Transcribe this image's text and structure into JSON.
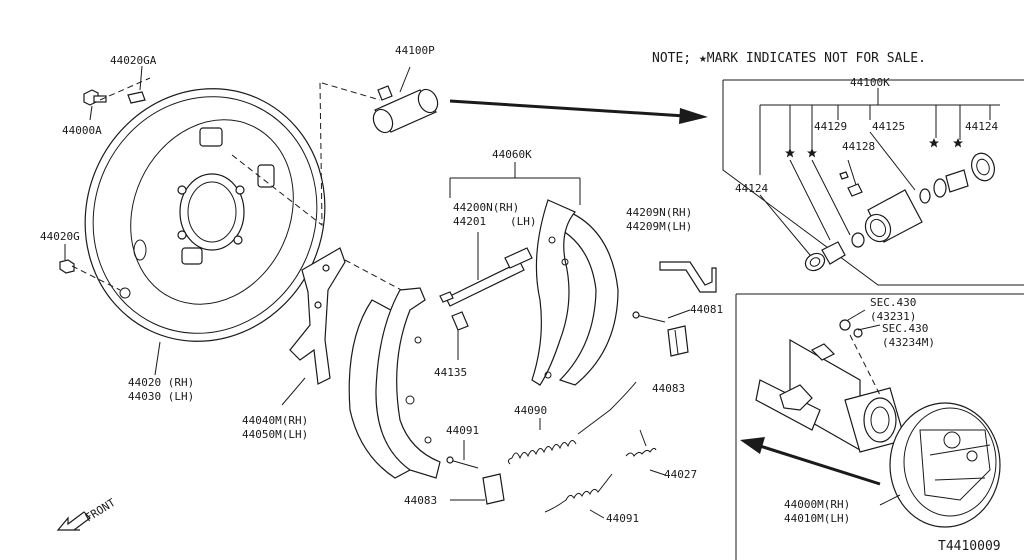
{
  "note": "NOTE; ★MARK INDICATES NOT FOR SALE.",
  "drawing_code": "T4410009",
  "front_label": "FRONT",
  "labels": {
    "p44020GA": "44020GA",
    "p44000A": "44000A",
    "p44020G": "44020G",
    "p44020": "44020 (RH)",
    "p44030": "44030 (LH)",
    "p44100P": "44100P",
    "p44060K": "44060K",
    "p44200N": "44200N(RH)",
    "p44201": "44201",
    "p44201lh": "(LH)",
    "p44209N": "44209N(RH)",
    "p44209M": "44209M(LH)",
    "p44040M": "44040M(RH)",
    "p44050M": "44050M(LH)",
    "p44135": "44135",
    "p44081": "44081",
    "p44083a": "44083",
    "p44091a": "44091",
    "p44090": "44090",
    "p44027": "44027",
    "p44083b": "44083",
    "p44091b": "44091",
    "p44100K": "44100K",
    "p44129": "44129",
    "p44125": "44125",
    "p44124a": "44124",
    "p44128": "44128",
    "p44124b": "44124",
    "sec430a": "SEC.430",
    "p43231": "(43231)",
    "sec430b": "SEC.430",
    "p43234M": "(43234M)",
    "p44000M": "44000M(RH)",
    "p44010M": "44010M(LH)"
  },
  "star_marks": 4
}
